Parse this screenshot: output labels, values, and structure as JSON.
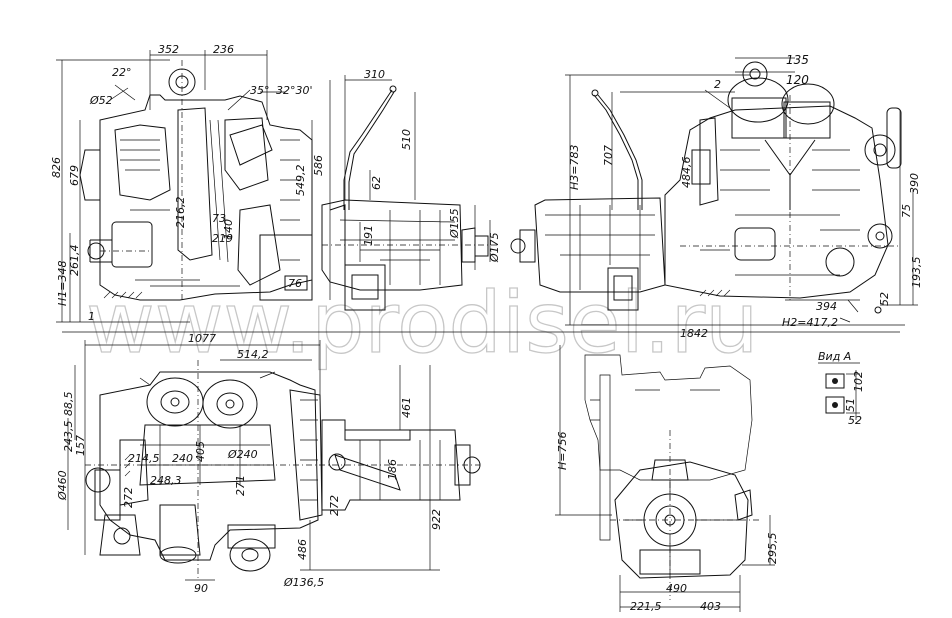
{
  "watermark": "www.prodisel.ru",
  "front_view": {
    "dims": {
      "d352": "352",
      "d236": "236",
      "d22": "22°",
      "d52": "Ø52",
      "d35": "35°",
      "d3230": "32°30'",
      "d826": "826",
      "d679": "679",
      "d2614": "261,4",
      "h1": "H1=348",
      "d2162": "216,2",
      "d73": "73",
      "d219": "219",
      "d140": "140",
      "d5492": "549,2",
      "d586": "586",
      "d76": "76",
      "d1": "1"
    }
  },
  "gearbox_side": {
    "dims": {
      "d310": "310",
      "d510": "510",
      "d62": "62",
      "d191": "191",
      "d155": "Ø155",
      "d175": "Ø175"
    }
  },
  "rear_view": {
    "dims": {
      "d135": "135",
      "d120": "120",
      "d2": "2",
      "h3": "H3=783",
      "d707": "707",
      "d4846": "484,6",
      "d390": "390",
      "d75": "75",
      "d1935": "193,5",
      "d52": "52",
      "d394": "394",
      "h2": "H2=417,2",
      "d1842": "1842"
    }
  },
  "top_view": {
    "dims": {
      "d1077": "1077",
      "d5142": "514,2",
      "d885": "88,5",
      "d2435": "243,5",
      "d157": "157",
      "d460": "Ø460",
      "d2145": "214,5",
      "d240": "240",
      "d405": "405",
      "d2483": "248,3",
      "d272": "272",
      "d240b": "Ø240",
      "d271": "271",
      "d461": "461",
      "d922": "922",
      "d486": "486",
      "d90": "90",
      "d1365": "Ø136,5",
      "d272b": "272",
      "d186": "186"
    }
  },
  "end_view": {
    "dims": {
      "h756": "H=756",
      "d2955": "295,5",
      "d490": "490",
      "d2215": "221,5",
      "d403": "403"
    }
  },
  "view_a": {
    "title": "Вид А",
    "dims": {
      "d102": "102",
      "d51": "51",
      "d52": "52"
    }
  }
}
